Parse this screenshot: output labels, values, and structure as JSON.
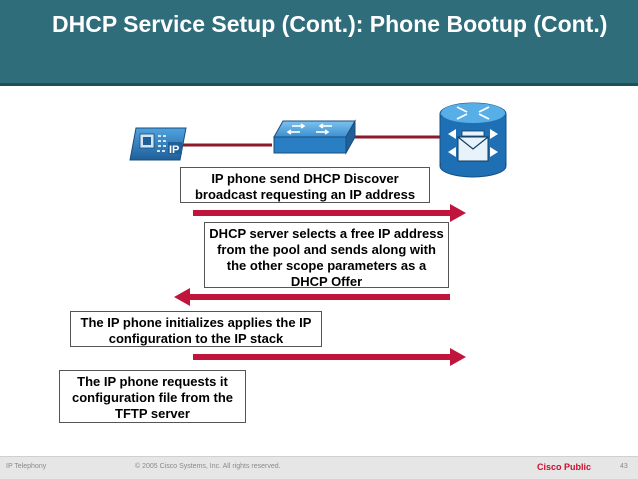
{
  "header": {
    "title": "DHCP Service Setup (Cont.): Phone Bootup (Cont.)"
  },
  "devices": {
    "phone_badge": "IP"
  },
  "steps": [
    {
      "text": "IP phone send DHCP Discover broadcast requesting an IP address",
      "direction": "right"
    },
    {
      "text": "DHCP server selects a free IP address from the pool and sends along with the other scope parameters as a DHCP Offer",
      "direction": "left"
    },
    {
      "text": "The IP phone initializes applies the IP configuration to the IP stack",
      "direction": "right"
    },
    {
      "text": "The IP phone requests it configuration file from the TFTP server",
      "direction": "none"
    }
  ],
  "footer": {
    "left": "IP Telephony",
    "copyright": "© 2005 Cisco Systems, Inc. All rights reserved.",
    "classification": "Cisco Public",
    "page_number": "43"
  },
  "colors": {
    "header_bg": "#2f6d7b",
    "arrow": "#c0143c",
    "device_blue": "#2a7fc4",
    "classification": "#c8102e"
  }
}
